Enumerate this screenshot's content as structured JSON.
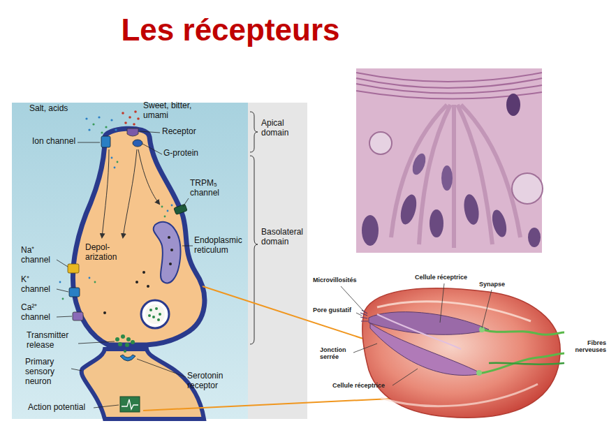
{
  "diagram": {
    "title": "Les récepteurs",
    "labels": [
      "Salt, acids",
      "Sweet, bitter, umami",
      "Receptor",
      "Ion channel",
      "G-protein",
      "Apical domain",
      "TRPM₅ channel",
      "Basolateral domain",
      "Endoplasmic reticulum",
      "Na⁺ channel",
      "Depol- arization",
      "K⁺ channel",
      "Ca²⁺ channel",
      "Transmitter release",
      "Primary sensory neuron",
      "Serotonin receptor",
      "Action potential",
      "Microvillosités",
      "Cellule réceptrice",
      "Synapse",
      "Pore gustatif",
      "Jonction serrée",
      "Fibres nerveuses",
      "Cellule réceptrice"
    ]
  }
}
